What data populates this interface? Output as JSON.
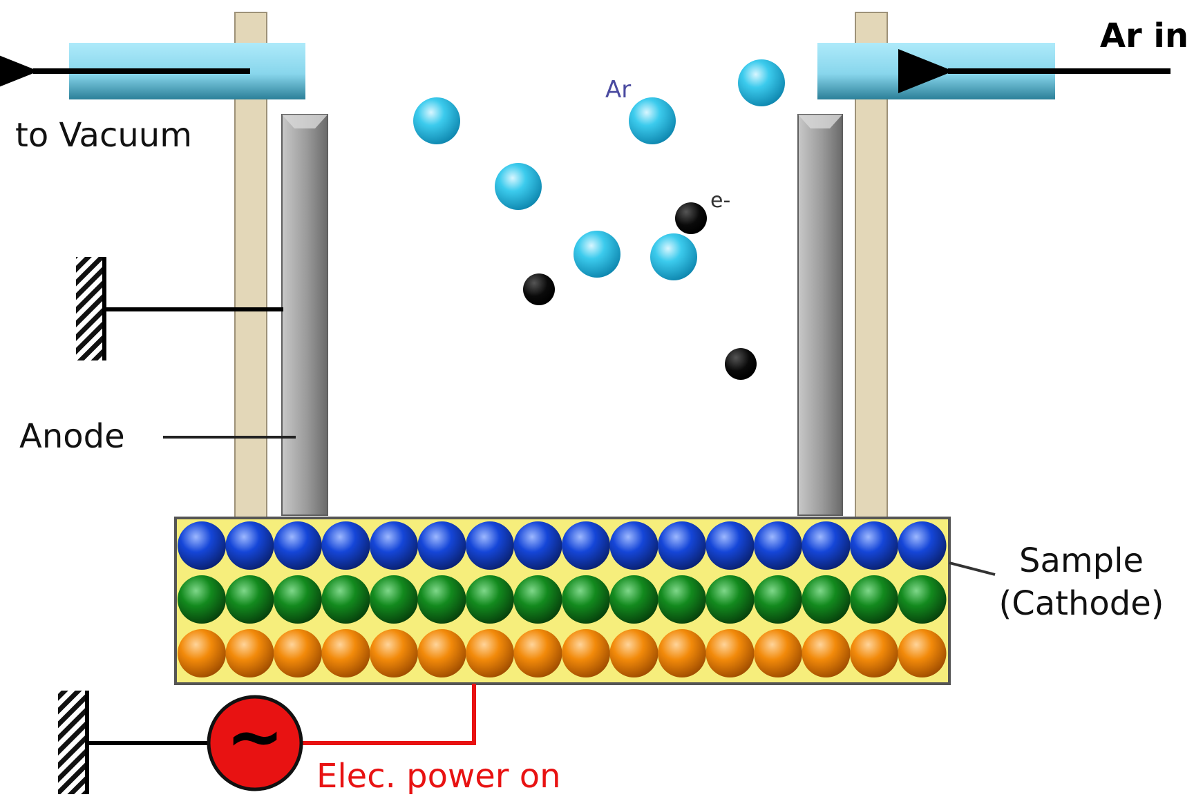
{
  "labels": {
    "vacuum": "to Vacuum",
    "ar_in": "Ar in",
    "ar": "Ar",
    "electron": "e-",
    "anode": "Anode",
    "sample_line1": "Sample",
    "sample_line2": "(Cathode)",
    "power": "Elec. power on",
    "power_symbol": "~"
  },
  "colors": {
    "argon": "#2cc4e8",
    "electron": "#000000",
    "sample_top": "#1546d8",
    "sample_mid": "#138a1e",
    "sample_bottom": "#f28a0a",
    "sample_bg": "#f6ee7c",
    "power": "#e81212",
    "gas_tube": "#8edcf0",
    "wall": "#e3d7b8",
    "anode": "#9c9c9c"
  },
  "sample_layers": {
    "rows": 3,
    "atoms_per_row": 16
  }
}
